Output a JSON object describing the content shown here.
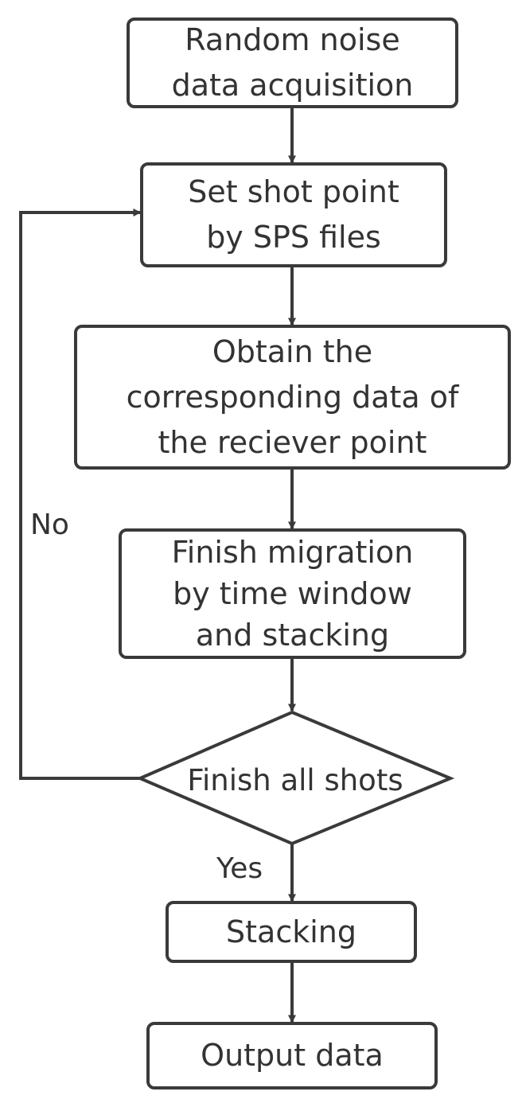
{
  "colors": {
    "stroke": "#3a3a3a",
    "text": "#333333",
    "background": "#ffffff"
  },
  "flowchart": {
    "steps": {
      "acquire": "Random noise\ndata acquisition",
      "set_shot": "Set shot point\nby SPS files",
      "obtain": "Obtain the\ncorresponding data of\nthe reciever point",
      "migrate": "Finish migration\nby time window\nand stacking",
      "stacking": "Stacking",
      "output": "Output data"
    },
    "decision": {
      "label": "Finish all shots",
      "no_label": "No",
      "yes_label": "Yes"
    }
  }
}
